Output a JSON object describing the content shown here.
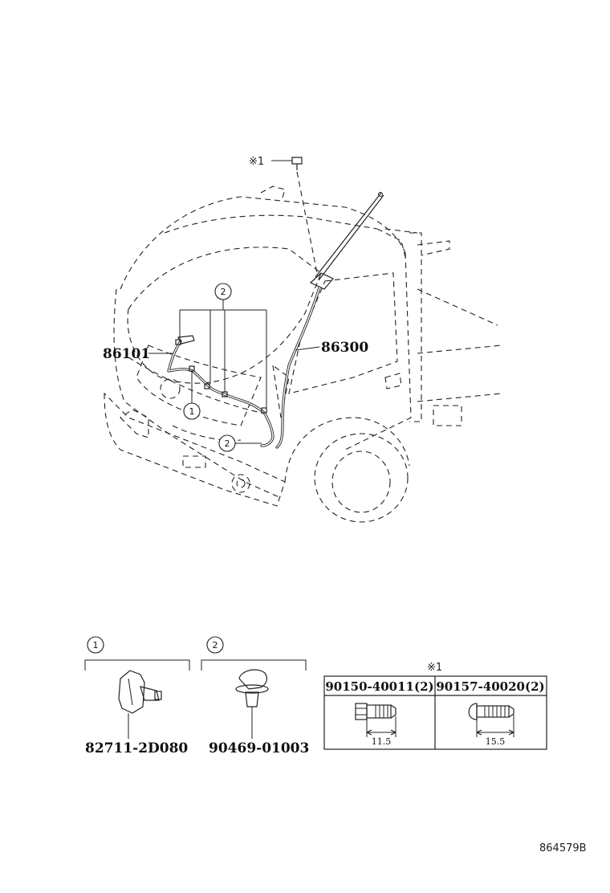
{
  "labels": {
    "harness_front": "86101",
    "antenna": "86300",
    "clip_part": "82711-2D080",
    "clamp_part": "90469-01003",
    "drawing_no": "864579B"
  },
  "callouts": {
    "one": "1",
    "two": "2",
    "note_mark": "※1"
  },
  "bolt_table": {
    "header_mark": "※1",
    "columns": [
      {
        "part": "90150-40011(2)",
        "dimension": "11.5"
      },
      {
        "part": "90157-40020(2)",
        "dimension": "15.5"
      }
    ]
  }
}
